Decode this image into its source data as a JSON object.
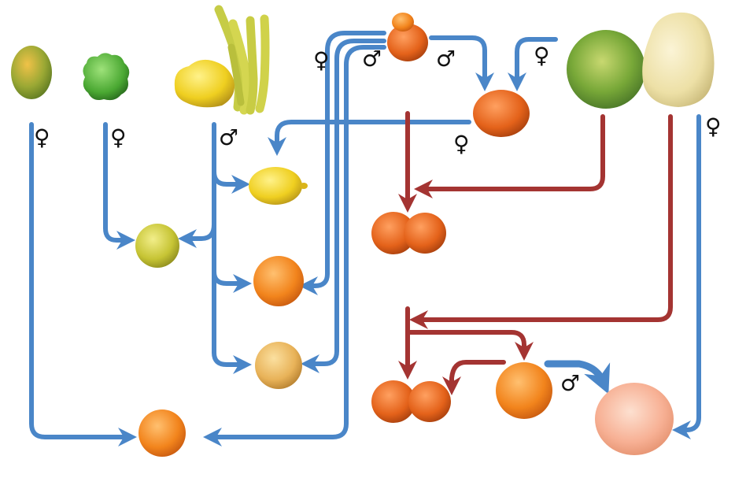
{
  "symbols": {
    "female": "♀",
    "male": "♂"
  },
  "colors": {
    "blue_arrow": "#4a86c8",
    "red_arrow": "#a43432"
  },
  "fruits": [
    {
      "name": "citron-small-green-yellow",
      "color": "#8ea632"
    },
    {
      "name": "papeda-green-bumpy",
      "color": "#58b43c"
    },
    {
      "name": "buddhas-hand-citron",
      "color": "#e8c825"
    },
    {
      "name": "dekopon-mandarin-top",
      "color": "#f08a30"
    },
    {
      "name": "pomelo-green",
      "color": "#6a9a34"
    },
    {
      "name": "pomelo-pale-yellow",
      "color": "#eee2a8"
    },
    {
      "name": "mandarin-center",
      "color": "#e8721c"
    },
    {
      "name": "lemon",
      "color": "#f2dc1c"
    },
    {
      "name": "lime-like-hybrid",
      "color": "#c8c840"
    },
    {
      "name": "tangor-pair-top",
      "color": "#e07a1c"
    },
    {
      "name": "sweet-orange-left",
      "color": "#f08a1e"
    },
    {
      "name": "bumpy-citron-hybrid",
      "color": "#e8b458"
    },
    {
      "name": "tangelo-bottom",
      "color": "#f09036"
    },
    {
      "name": "tangor-pair-bottom",
      "color": "#ee6a1a"
    },
    {
      "name": "sweet-orange-right",
      "color": "#f4981c"
    },
    {
      "name": "grapefruit",
      "color": "#f7b198"
    }
  ]
}
